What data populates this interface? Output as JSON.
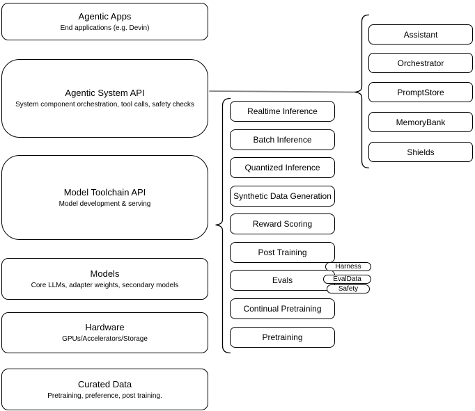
{
  "diagram": {
    "stack": [
      {
        "title": "Agentic Apps",
        "subtitle": "End applications (e.g. Devin)"
      },
      {
        "title": "Agentic System API",
        "subtitle": "System component orchestration, tool calls, safety checks"
      },
      {
        "title": "Model Toolchain API",
        "subtitle": "Model development & serving"
      },
      {
        "title": "Models",
        "subtitle": "Core LLMs, adapter weights, secondary models"
      },
      {
        "title": "Hardware",
        "subtitle": "GPUs/Accelerators/Storage"
      },
      {
        "title": "Curated Data",
        "subtitle": "Pretraining, preference, post training."
      }
    ],
    "toolchain": {
      "items": [
        "Realtime Inference",
        "Batch Inference",
        "Quantized Inference",
        "Synthetic Data Generation",
        "Reward Scoring",
        "Post Training",
        "Evals",
        "Continual Pretraining",
        "Pretraining"
      ],
      "eval_tags": [
        "Harness",
        "EvalData",
        "Safety"
      ]
    },
    "system_components": [
      "Assistant",
      "Orchestrator",
      "PromptStore",
      "MemoryBank",
      "Shields"
    ],
    "colors": {
      "stroke": "#000000",
      "fill": "#ffffff",
      "connector": "#808080",
      "background": "#ffffff"
    }
  }
}
